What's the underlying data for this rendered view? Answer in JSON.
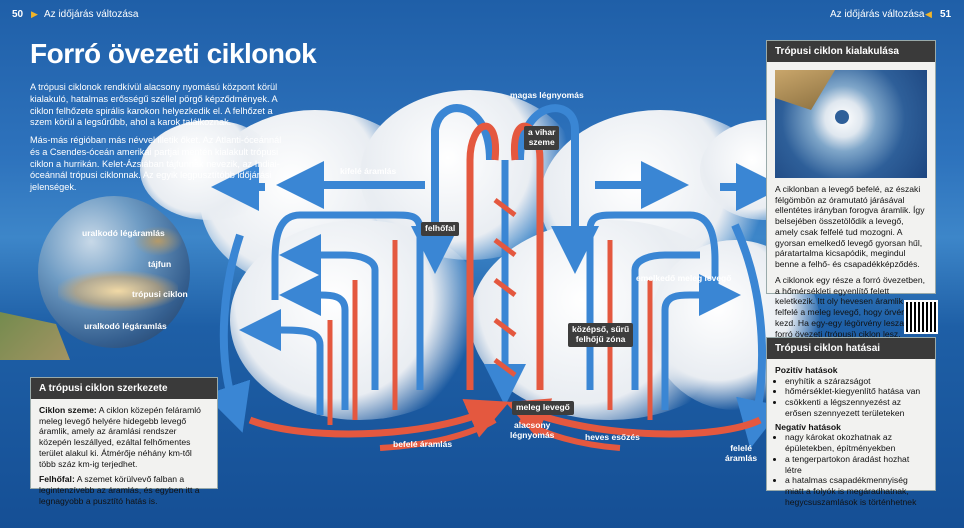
{
  "header": {
    "left_page_number": "50",
    "left_title": "Az időjárás változása",
    "right_title": "Az időjárás változása",
    "right_page_number": "51"
  },
  "title": "Forró övezeti ciklonok",
  "intro": [
    "A trópusi ciklonok rendkívül alacsony nyomású központ körül kiala­kuló, hatalmas erősségű széllel pörgő képződmények. A ciklon fel­hőzete spirális karokon helyezkedik el. A felhőzet a szem körül a legsűrűbb, ahol a karok találkoznak.",
    "Más-más régióban más névvel illetik őket. Az Atlanti-óceánnál és a Csendes-óceán amerikai partjai mentén kialakult trópusi ciklon a hurrikán. Kelet-Ázsiában tájfunnak nevezik, az Indiai-óceánnál trópusi ciklonnak. Az egyik legpusztítóbb időjárási jelenségek."
  ],
  "globe_labels": {
    "top": "uralkodó légáramlás",
    "typhoon": "tájfun",
    "cyclone": "trópusi ciklon",
    "bottom": "uralkodó légáramlás"
  },
  "diagram": {
    "high_air": "magas légnyomás",
    "eye": "a vihar\nszeme",
    "outflow": "kifelé áramlás",
    "cloud_top": "felhőfal",
    "rising_air": "emelkedő meleg levegő",
    "center": "középső, sűrű\nfelhőjű zóna",
    "warm_air": "meleg levegő",
    "low_pressure": "alacsony\nlégnyomás",
    "inflow": "befelé áramlás",
    "heavy_rain": "heves esőzés",
    "upflow": "felelé\náramlás"
  },
  "structure_box": {
    "title": "A trópusi ciklon szerkezete",
    "items": [
      {
        "term": "Ciklon szeme:",
        "text": " A ciklon közepén feláramló meleg levegő helyére hidegebb levegő áramlik, amely az áramlási rendszer közepén leszállyed, ezáltal felhőmentes terület alakul ki. Átmérője néhány km-től több száz km-ig terjedhet."
      },
      {
        "term": "Felhőfal:",
        "text": " A szemet körülvevő falban a leginten­zívebb az áramlás, és egyben itt a legnagyobb a pusztító hatás is."
      }
    ]
  },
  "formation_box": {
    "title": "Trópusi ciklon kialakulása",
    "paragraphs": [
      "A ciklonban a levegő befelé, az északi fél­gömbön az óramutató járásával ellentétes irányban forogva áramlik. Így belsejében összetölődik a levegő, amely csak felfelé tud mozogni. A gyorsan emelkedő levegő gyor­san hűl, páratartalma kicsapódik, megindul benne a felhő- és csapadékképződés.",
      "A ciklonok egy része a forró övezetben, a hő­mérsékleti egyenlítő felett keletkezik. Itt oly hevesen áramlik felfelé a meleg levegő, hogy örvényleni kezd. Ha egy-egy légörvény lesza­kad, forró övezeti (trópusi) ciklon lesz."
    ]
  },
  "effects_box": {
    "title": "Trópusi ciklon hatásai",
    "positive_title": "Pozitív hatások",
    "positive": [
      "enyhítik a szárazságot",
      "hőmérséklet-kiegyenlítő hatása van",
      "csökkenti a légszennyezést az erősen szennyezett területeken"
    ],
    "negative_title": "Negatív hatások",
    "negative": [
      "nagy károkat okozhatnak az épületekben, építményekben",
      "a tengerpartokon áradást hozhat létre",
      "a hatalmas csapadékmennyiség miatt a fo­lyók is megáradhatnak, hegycsuszamlások is történhetnek"
    ]
  },
  "colors": {
    "warm_arrow": "#e4583f",
    "cold_arrow": "#3a86d4",
    "box_header": "#3a3a3a"
  }
}
